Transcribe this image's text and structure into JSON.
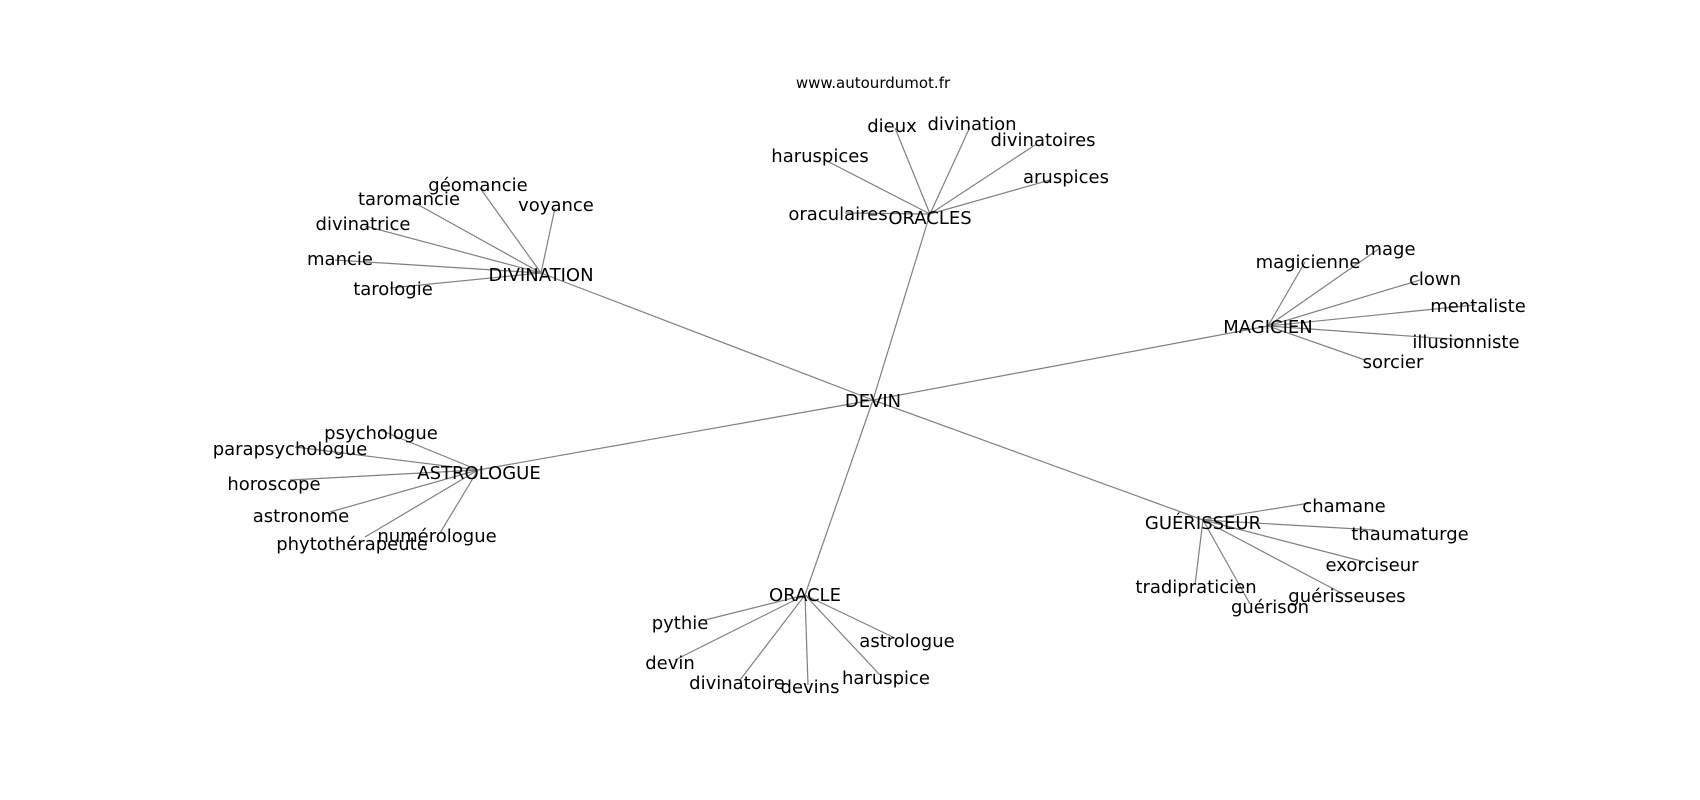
{
  "source": "www.autourdumot.fr",
  "center": "DEVIN",
  "groups": [
    {
      "hub": "ORACLES",
      "leaves": [
        "haruspices",
        "dieux",
        "divination",
        "divinatoires",
        "aruspices",
        "oraculaires"
      ]
    },
    {
      "hub": "DIVINATION",
      "leaves": [
        "géomancie",
        "taromancie",
        "voyance",
        "divinatrice",
        "mancie",
        "tarologie"
      ]
    },
    {
      "hub": "MAGICIEN",
      "leaves": [
        "magicienne",
        "mage",
        "clown",
        "mentaliste",
        "illusionniste",
        "sorcier"
      ]
    },
    {
      "hub": "ASTROLOGUE",
      "leaves": [
        "psychologue",
        "parapsychologue",
        "horoscope",
        "astronome",
        "phytothérapeute",
        "numérologue"
      ]
    },
    {
      "hub": "GUÉRISSEUR",
      "leaves": [
        "chamane",
        "thaumaturge",
        "exorciseur",
        "guérisseuses",
        "guérison",
        "tradipraticien"
      ]
    },
    {
      "hub": "ORACLE",
      "leaves": [
        "pythie",
        "devin",
        "divinatoire",
        "devins",
        "haruspice",
        "astrologue"
      ]
    }
  ]
}
